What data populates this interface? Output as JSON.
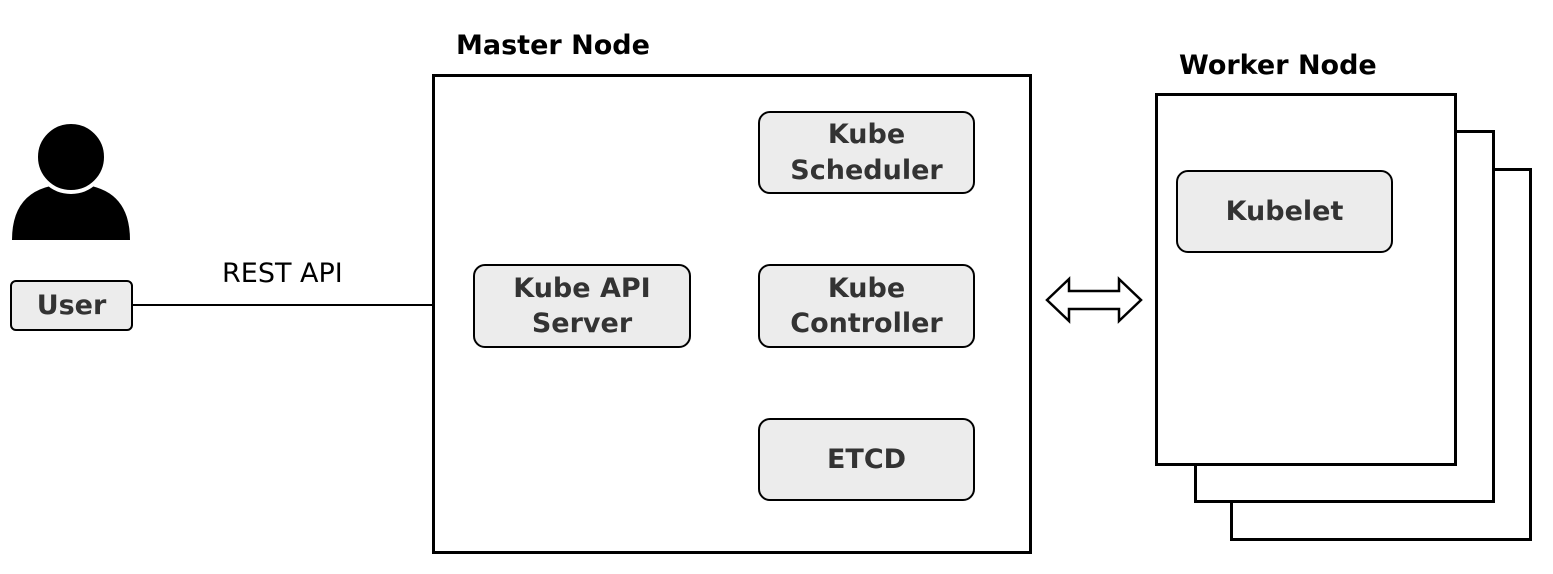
{
  "user": {
    "label": "User",
    "icon": "person-icon"
  },
  "connection": {
    "label": "REST API"
  },
  "master_node": {
    "title": "Master Node",
    "api_server": {
      "line1": "Kube API",
      "line2": "Server"
    },
    "scheduler": {
      "line1": "Kube",
      "line2": "Scheduler"
    },
    "controller": {
      "line1": "Kube",
      "line2": "Controller"
    },
    "etcd": {
      "label": "ETCD"
    }
  },
  "link_icon": "double-arrow-icon",
  "worker_node": {
    "title": "Worker Node",
    "kubelet": {
      "label": "Kubelet"
    }
  },
  "colors": {
    "component_fill": "#ececec",
    "component_text": "#333333",
    "stroke": "#000000"
  }
}
